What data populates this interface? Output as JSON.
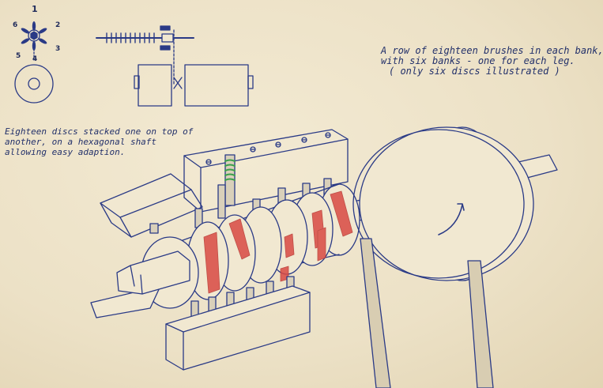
{
  "notes": {
    "top_right": {
      "line1": "A row of eighteen brushes in each bank,",
      "line2": "with six banks - one for each leg.",
      "line3": "( only six discs illustrated )"
    },
    "left": {
      "line1": "Eighteen discs stacked one on top of",
      "line2": "another, on a hexagonal shaft",
      "line3": "allowing easy adaption."
    }
  },
  "hex_labels": [
    "1",
    "2",
    "3",
    "4",
    "5",
    "6"
  ],
  "colors": {
    "ink": "#2a3a86",
    "paper": "#efe6cf",
    "red_contact": "#d94a44",
    "green_spring": "#3aa04a"
  }
}
